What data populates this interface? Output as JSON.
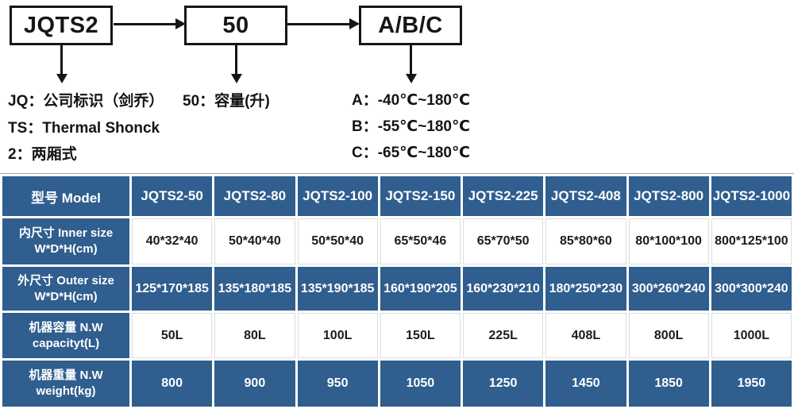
{
  "diagram": {
    "boxes": [
      {
        "label": "JQTS2"
      },
      {
        "label": "50"
      },
      {
        "label": "A/B/C"
      }
    ],
    "notes": {
      "left": [
        "JQ：公司标识（剑乔）",
        "TS：Thermal Shonck",
        "2：两厢式"
      ],
      "middle": [
        "50：容量(升)"
      ],
      "right": [
        "A：-40℃~180℃",
        "B：-55℃~180℃",
        "C：-65℃~180℃"
      ]
    }
  },
  "table": {
    "header": {
      "model_label": "型号 Model",
      "models": [
        "JQTS2-50",
        "JQTS2-80",
        "JQTS2-100",
        "JQTS2-150",
        "JQTS2-225",
        "JQTS2-408",
        "JQTS2-800",
        "JQTS2-1000"
      ]
    },
    "rows": [
      {
        "label_line1": "内尺寸 Inner size",
        "label_line2": "W*D*H(cm)",
        "style": "light",
        "values": [
          "40*32*40",
          "50*40*40",
          "50*50*40",
          "65*50*46",
          "65*70*50",
          "85*80*60",
          "80*100*100",
          "800*125*100"
        ]
      },
      {
        "label_line1": "外尺寸 Outer size",
        "label_line2": "W*D*H(cm)",
        "style": "dark",
        "values": [
          "125*170*185",
          "135*180*185",
          "135*190*185",
          "160*190*205",
          "160*230*210",
          "180*250*230",
          "300*260*240",
          "300*300*240"
        ]
      },
      {
        "label_line1": "机器容量 N.W",
        "label_line2": "capacityt(L)",
        "style": "light",
        "values": [
          "50L",
          "80L",
          "100L",
          "150L",
          "225L",
          "408L",
          "800L",
          "1000L"
        ]
      },
      {
        "label_line1": "机器重量 N.W",
        "label_line2": "weight(kg)",
        "style": "dark",
        "values": [
          "800",
          "900",
          "950",
          "1050",
          "1250",
          "1450",
          "1850",
          "1950"
        ]
      }
    ]
  },
  "colors": {
    "table_blue": "#2F5E8F",
    "line_ink": "#161616",
    "grid_light": "#dcdcdc"
  }
}
